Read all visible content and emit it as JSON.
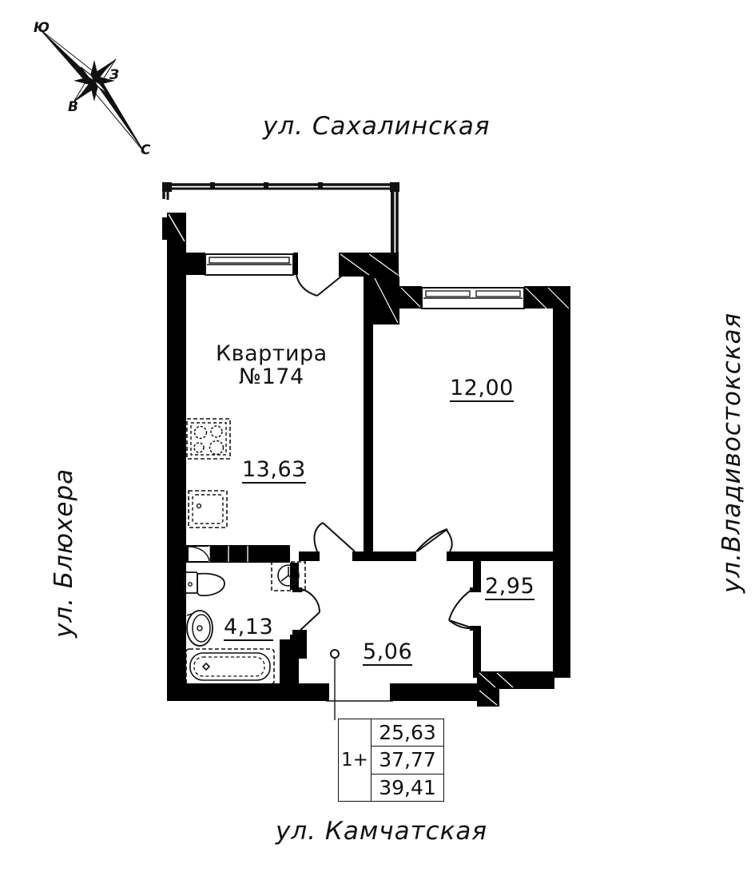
{
  "document": {
    "type": "apartment-floor-plan",
    "apartment_label_line1": "Квартира",
    "apartment_label_line2": "№174"
  },
  "streets": {
    "top": "ул. Сахалинская",
    "bottom": "ул. Камчатская",
    "left": "ул. Блюхера",
    "right": "ул.Владивостокская"
  },
  "compass": {
    "north": "С",
    "south": "Ю",
    "east": "В",
    "west": "З"
  },
  "rooms": [
    {
      "name": "kitchen-living",
      "area": "13,63"
    },
    {
      "name": "bedroom",
      "area": "12,00"
    },
    {
      "name": "storage",
      "area": "2,95"
    },
    {
      "name": "hall",
      "area": "5,06"
    },
    {
      "name": "bathroom",
      "area": "4,13"
    }
  ],
  "area_table": {
    "rooms_label": "1+",
    "living_area": "25,63",
    "total_area": "37,77",
    "total_with_balcony": "39,41"
  },
  "colors": {
    "wall": "#000000",
    "line": "#111111",
    "background": "#ffffff"
  }
}
